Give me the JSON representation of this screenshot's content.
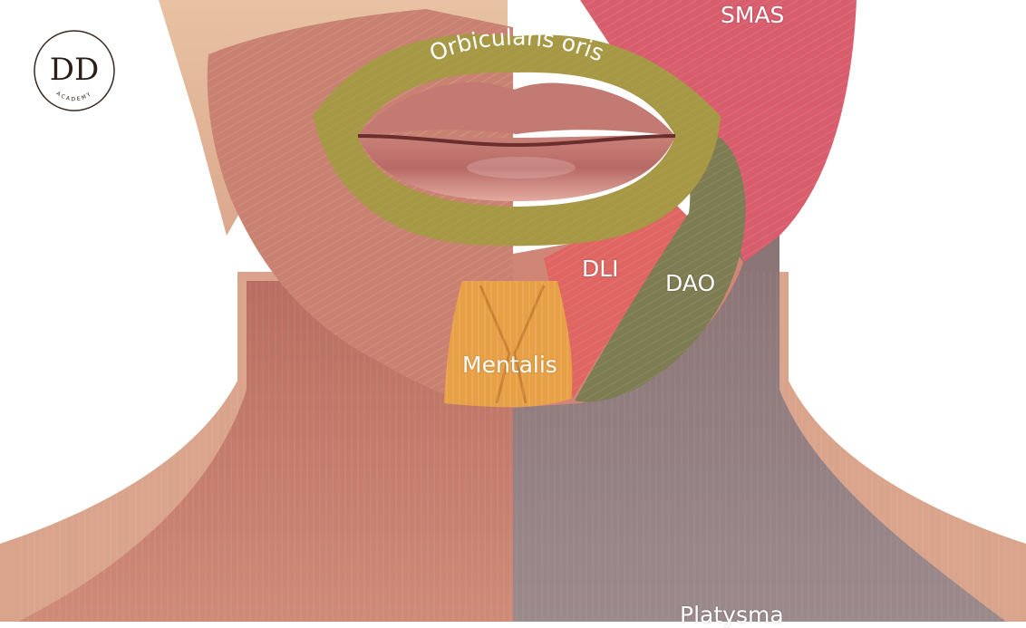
{
  "labels": {
    "smas": "SMAS",
    "orbicularis_oris": "Orbicularis oris",
    "dli": "DLI",
    "dao": "DAO",
    "mentalis": "Mentalis",
    "platysma": "Platysma"
  },
  "logo": {
    "monogram": "DD",
    "tagline": "ACADEMY"
  },
  "colors": {
    "skin": "#e6b69a",
    "muscle_left": "#c97d6c",
    "smas": "#d9606f",
    "orbicularis_oris": "#a49748",
    "dli": "#e06663",
    "dao": "#7d7d52",
    "mentalis": "#e8a046",
    "platysma": "#8c7c7d",
    "neck_left": "#c77a6b",
    "lips": "#d68b84"
  }
}
